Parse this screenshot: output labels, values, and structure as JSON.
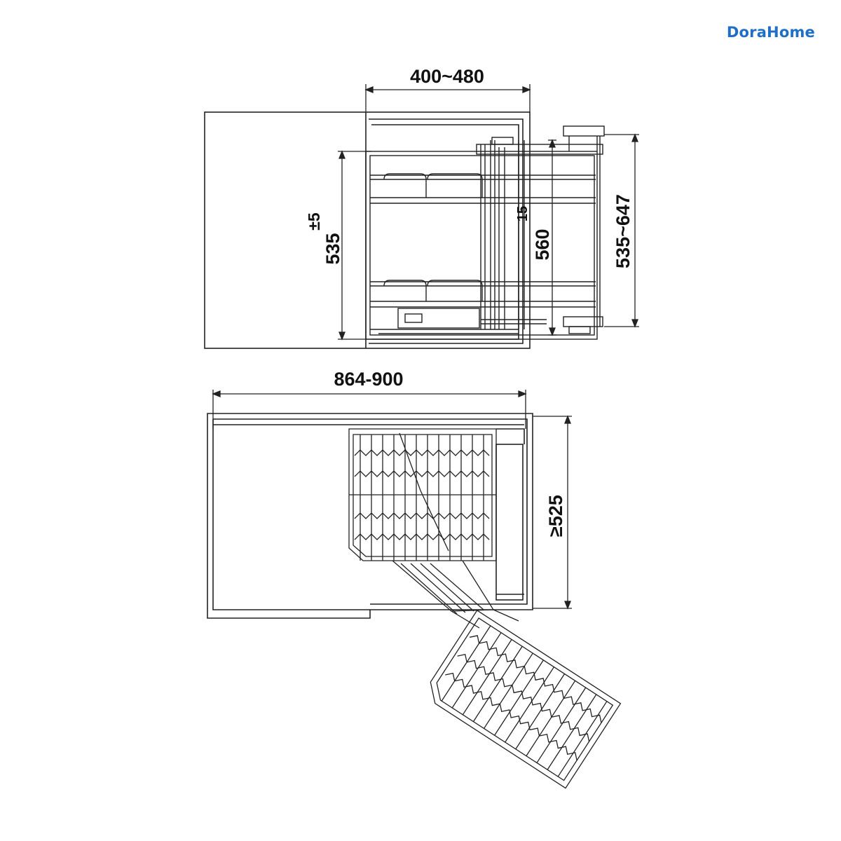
{
  "brand": {
    "name": "DoraHome",
    "color": "#1f6fc7"
  },
  "top_view": {
    "width_label": "400~480",
    "height_label_main": "535",
    "height_label_tol": "±5",
    "inner_height_label": "560",
    "inner_marker": "15",
    "side_height_label": "535~647"
  },
  "bottom_view": {
    "width_label": "864-900",
    "depth_label": "≥525"
  },
  "colors": {
    "line": "#222222",
    "panel": "#ffffff"
  }
}
